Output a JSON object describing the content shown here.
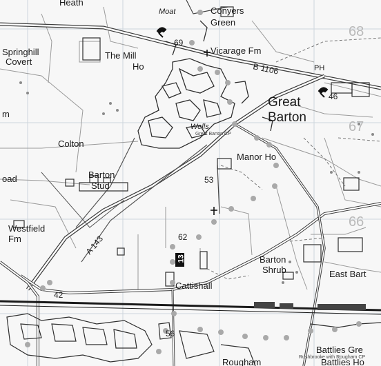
{
  "map": {
    "place_labels": [
      {
        "id": "heath",
        "text": "Heath"
      },
      {
        "id": "moat",
        "text": "Moat"
      },
      {
        "id": "conyers",
        "text": "Conyers"
      },
      {
        "id": "green",
        "text": "Green"
      },
      {
        "id": "springhill",
        "text": "Springhill"
      },
      {
        "id": "covert",
        "text": "Covert"
      },
      {
        "id": "the-mill",
        "text": "The Mill"
      },
      {
        "id": "ho-mill",
        "text": "Ho"
      },
      {
        "id": "vicarage-fm",
        "text": "Vicarage Fm"
      },
      {
        "id": "ph",
        "text": "PH"
      },
      {
        "id": "great",
        "text": "Great"
      },
      {
        "id": "barton",
        "text": "Barton"
      },
      {
        "id": "wells",
        "text": "Wells"
      },
      {
        "id": "great-barton-cp",
        "text": "Great Barton CP"
      },
      {
        "id": "m-left",
        "text": "m"
      },
      {
        "id": "colton",
        "text": "Colton"
      },
      {
        "id": "manor-ho",
        "text": "Manor Ho"
      },
      {
        "id": "barton-stud-1",
        "text": "Barton"
      },
      {
        "id": "barton-stud-2",
        "text": "Stud"
      },
      {
        "id": "oad",
        "text": "oad"
      },
      {
        "id": "westfield",
        "text": "Westfield"
      },
      {
        "id": "fm-westfield",
        "text": "Fm"
      },
      {
        "id": "barton-shrub-1",
        "text": "Barton"
      },
      {
        "id": "barton-shrub-2",
        "text": "Shrub"
      },
      {
        "id": "east-bart",
        "text": "East Bart"
      },
      {
        "id": "cattishall",
        "text": "Cattishall"
      },
      {
        "id": "battlies-gre",
        "text": "Battlies Gre"
      },
      {
        "id": "battlies-ho",
        "text": "Battlies Ho"
      },
      {
        "id": "rushbrooke-cp",
        "text": "Rushbrooke with Rougham CP"
      },
      {
        "id": "rougham",
        "text": "Rougham"
      }
    ],
    "grid_labels": [
      "68",
      "67",
      "66"
    ],
    "road_labels": [
      "B 1106",
      "A 143",
      "42"
    ],
    "spot_heights": [
      "69",
      "46",
      "53",
      "62",
      "56"
    ],
    "route_badge": "13",
    "colors": {
      "route_dots": "#a9a9a9",
      "roads": "#3d3d3d",
      "buildings": "#2f2f2f",
      "railway": "#1a1a1a",
      "grid": "#cdd5dc",
      "grid_text": "#b9b9b9",
      "fields": "#9a9a9a"
    }
  }
}
